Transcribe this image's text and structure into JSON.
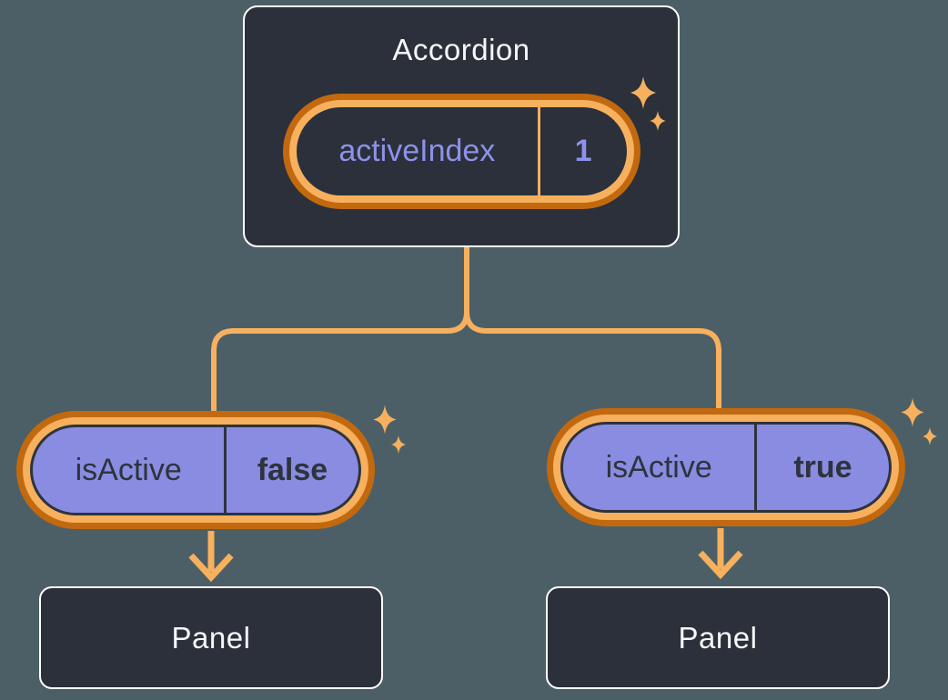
{
  "colors": {
    "bg": "#4C5F66",
    "node-bg": "#2B303A",
    "node-border": "#FFFFFF",
    "accent-light": "#F6B05E",
    "accent-dark": "#C2690F",
    "purple-fill": "#8A8CE1",
    "purple-text": "#8C92EA",
    "slate-text": "#2E333D",
    "title-text": "#F6F7F9"
  },
  "accordion": {
    "title": "Accordion",
    "state": {
      "label": "activeIndex",
      "value": "1"
    }
  },
  "children": [
    {
      "prop": {
        "label": "isActive",
        "value": "false"
      },
      "title": "Panel"
    },
    {
      "prop": {
        "label": "isActive",
        "value": "true"
      },
      "title": "Panel"
    }
  ],
  "icons": {
    "sparkle": "sparkle-icon"
  }
}
